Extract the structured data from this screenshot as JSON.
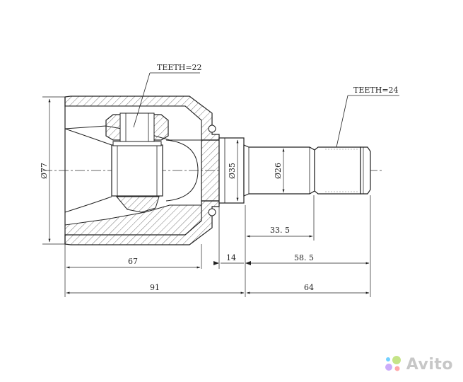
{
  "annotations": {
    "teeth_left": "TEETH=22",
    "teeth_right": "TEETH=24"
  },
  "dimensions": {
    "dia_77": "Ø77",
    "dia_35": "Ø35",
    "dia_26": "Ø26",
    "len_33_5": "33. 5",
    "len_67": "67",
    "len_14": "14",
    "len_58_5": "58. 5",
    "len_91": "91",
    "len_64": "64"
  },
  "watermark": {
    "text": "Avito",
    "dot_colors": [
      "#97cf26",
      "#a169f7",
      "#ff6163",
      "#00aaff"
    ]
  }
}
